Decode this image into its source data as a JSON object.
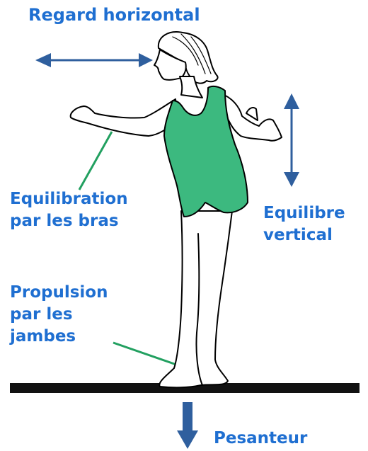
{
  "labels": {
    "regard": "Regard horizontal",
    "equilibration": [
      "Equilibration",
      "par les bras"
    ],
    "equilibre": [
      "Equilibre",
      "vertical"
    ],
    "propulsion": [
      "Propulsion",
      "par les",
      "jambes"
    ],
    "pesanteur": "Pesanteur"
  },
  "colors": {
    "label": "#1f6fd1",
    "arrow": "#2f5f9e",
    "leader_line": "#22a060",
    "swimsuit": "#3cb97f",
    "outline": "#000000",
    "ground": "#111111"
  }
}
